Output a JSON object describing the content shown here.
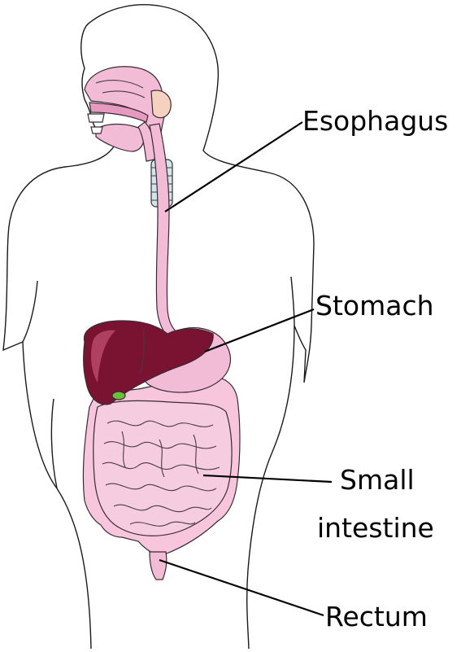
{
  "labels": {
    "esophagus": "Esophagus",
    "stomach": "Stomach",
    "small_intestine_line1": "Small",
    "small_intestine_line2": "intestine",
    "rectum": "Rectum"
  },
  "colors": {
    "tract_pink": "#f2bcd6",
    "tract_pink_dark": "#e79ac0",
    "liver": "#7a1231",
    "liver_highlight": "#b0405f",
    "trachea": "#cfe7e8",
    "gallbladder": "#6bbf3a",
    "outline": "#1a1a1a"
  }
}
